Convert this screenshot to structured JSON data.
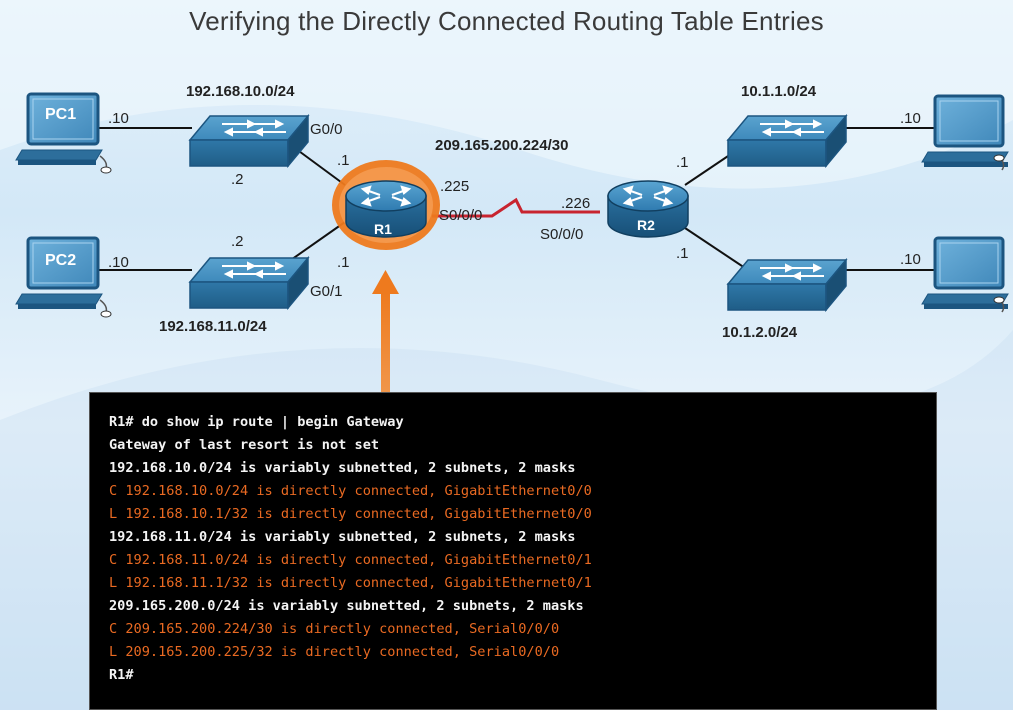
{
  "title": "Verifying the Directly Connected Routing Table Entries",
  "icons": {
    "pc": "pc-icon",
    "switch": "switch-icon",
    "router": "router-icon"
  },
  "colors": {
    "serial_link": "#c8242f",
    "highlight": "#ee7a1e",
    "device_blue": "#2f78a8",
    "output_orange": "#ea6a22"
  },
  "topology": {
    "pc1": ".10",
    "pc1_name": "PC1",
    "pc2": ".10",
    "pc2_name": "PC2",
    "net_lan1": "192.168.10.0/24",
    "net_lan2": "192.168.11.0/24",
    "net_wan": "209.165.200.224/30",
    "net_r2_lan1": "10.1.1.0/24",
    "net_r2_lan2": "10.1.2.0/24",
    "sw1_host": ".2",
    "sw2_host": ".2",
    "r1_g00": "G0/0",
    "r1_g01": "G0/1",
    "r1_g00_ip": ".1",
    "r1_g01_ip": ".1",
    "r1_s000_ip": ".225",
    "r1_s000": "S0/0/0",
    "r2_s000_ip": ".226",
    "r2_s000": "S0/0/0",
    "r2_lan1_ip": ".1",
    "r2_lan2_ip": ".1",
    "r2_pc1": ".10",
    "r2_pc2": ".10",
    "r1_name": "R1",
    "r2_name": "R2"
  },
  "terminal": {
    "lines": [
      {
        "text": "R1# do show ip route | begin Gateway",
        "style": "w"
      },
      {
        "text": "Gateway of last resort is not set",
        "style": "w"
      },
      {
        "text": "192.168.10.0/24 is variably subnetted, 2 subnets, 2 masks",
        "style": "w"
      },
      {
        "text": "C 192.168.10.0/24 is directly connected, GigabitEthernet0/0",
        "style": "o"
      },
      {
        "text": "L 192.168.10.1/32 is directly connected, GigabitEthernet0/0",
        "style": "o"
      },
      {
        "text": "192.168.11.0/24 is variably subnetted, 2 subnets, 2 masks",
        "style": "w"
      },
      {
        "text": "C 192.168.11.0/24 is directly connected, GigabitEthernet0/1",
        "style": "o"
      },
      {
        "text": "L 192.168.11.1/32 is directly connected, GigabitEthernet0/1",
        "style": "o"
      },
      {
        "text": "209.165.200.0/24 is variably subnetted, 2 subnets, 2 masks",
        "style": "w"
      },
      {
        "text": "C 209.165.200.224/30 is directly connected, Serial0/0/0",
        "style": "o"
      },
      {
        "text": "L 209.165.200.225/32 is directly connected, Serial0/0/0",
        "style": "o"
      },
      {
        "text": "R1#",
        "style": "w"
      }
    ]
  }
}
